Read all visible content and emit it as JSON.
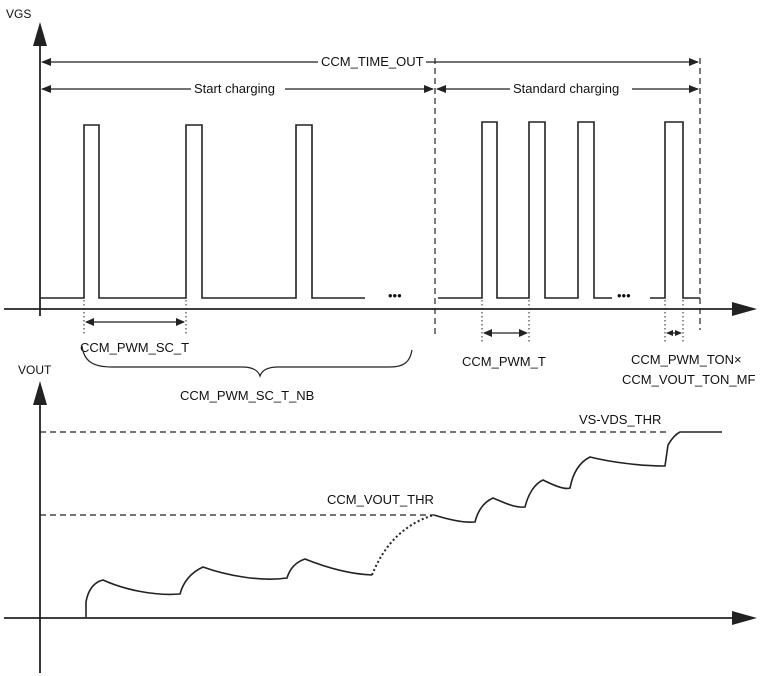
{
  "vgs_axis_label": "VGS",
  "vout_axis_label": "VOUT",
  "ccm_time_out": "CCM_TIME_OUT",
  "start_charging": "Start charging",
  "standard_charging": "Standard charging",
  "ccm_pwm_sc_t": "CCM_PWM_SC_T",
  "ccm_pwm_sc_t_nb": "CCM_PWM_SC_T_NB",
  "ccm_pwm_t": "CCM_PWM_T",
  "ccm_pwm_ton": "CCM_PWM_TON×",
  "ccm_vout_ton_mf": "CCM_VOUT_TON_MF",
  "vs_vds_thr": "VS-VDS_THR",
  "ccm_vout_thr": "CCM_VOUT_THR",
  "ellipsis": "•••"
}
